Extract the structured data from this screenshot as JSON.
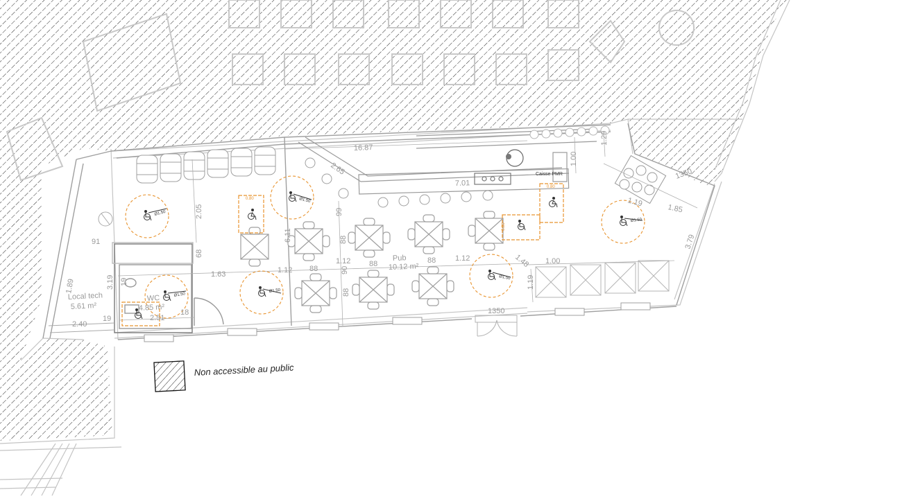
{
  "plan": {
    "rooms": [
      {
        "id": "local-tech",
        "label": "Local tech",
        "area": "5.61 m²"
      },
      {
        "id": "wc",
        "label": "WC",
        "area": "4.85 m²"
      },
      {
        "id": "pub",
        "label": "Pub",
        "area": "10.12 m²"
      }
    ],
    "dimensions": [
      "16.87",
      "7.01",
      "2.65",
      "1.00",
      "1.29",
      "1.85",
      "1.19",
      "3.79",
      "2.05",
      "6.11",
      "1.63",
      "1.12",
      "88",
      "1.12",
      "88",
      "88",
      "1.12",
      "1.48",
      "1.00",
      "99",
      "88",
      "90",
      "88",
      "68",
      "91",
      "1.89",
      "3.19",
      "2.40",
      "19",
      "18",
      "2.51",
      "19",
      "1350",
      "1.19",
      "1350"
    ],
    "turning_circle_label": "Ø1.50",
    "clearance_label": "0.80",
    "caisse_label": "Caisse PMR",
    "legend": {
      "label": "Non accessible au public"
    },
    "colors": {
      "line": "#b9b9b9",
      "dark_line": "#777777",
      "hatch": "#2b2b2b",
      "pmr": "#e8932e"
    }
  }
}
